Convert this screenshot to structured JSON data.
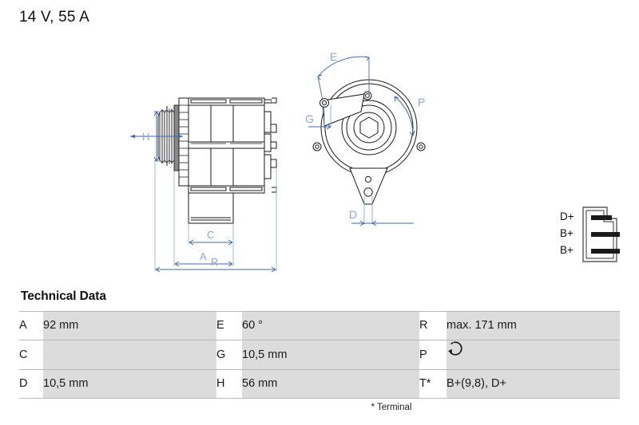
{
  "header": {
    "title": "14 V, 55 A"
  },
  "drawing": {
    "side_view": {
      "name": "alternator-side-view",
      "dimension_labels": [
        "H",
        "C",
        "A",
        "R"
      ]
    },
    "front_view": {
      "name": "alternator-front-view",
      "dimension_labels": [
        "E",
        "G",
        "P",
        "D"
      ]
    },
    "terminal_block": {
      "name": "terminal-connector-diagram",
      "terminals": [
        "D+",
        "B+",
        "B+"
      ]
    },
    "colors": {
      "line": "#1a1a1a",
      "dimension": "#4169b0",
      "dimension_label": "#8ea6d4",
      "fill_light": "#ffffff",
      "fill_shade": "#9a9a9a"
    }
  },
  "tech": {
    "heading": "Technical Data",
    "footnote": "* Terminal",
    "rows": [
      {
        "k1": "A",
        "v1": "92 mm",
        "k2": "E",
        "v2": "60 °",
        "k3": "R",
        "v3": "max. 171 mm"
      },
      {
        "k1": "C",
        "v1": "",
        "k2": "G",
        "v2": "10,5 mm",
        "k3": "P",
        "v3": ""
      },
      {
        "k1": "D",
        "v1": "10,5 mm",
        "k2": "H",
        "v2": "56 mm",
        "k3": "T*",
        "v3": "B+(9,8), D+"
      }
    ],
    "rotation_icon": "counterclockwise-rotation-icon"
  }
}
